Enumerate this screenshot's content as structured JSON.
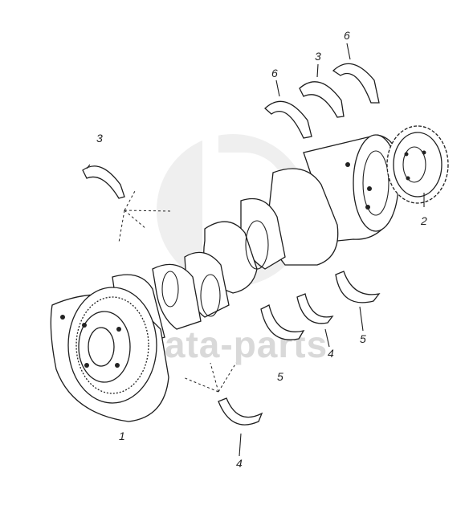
{
  "callouts": {
    "damper_assembly": "1",
    "gear": "2",
    "bearing_upper_left": "3",
    "bearing_upper_right": "3",
    "thrust_half_upper_left": "6",
    "thrust_half_upper_right": "6",
    "bearing_lower_center": "4",
    "bearing_lower_bottom": "4",
    "thrust_half_lower_right": "5",
    "thrust_half_lower_center": "5"
  },
  "watermark": "data-parts"
}
